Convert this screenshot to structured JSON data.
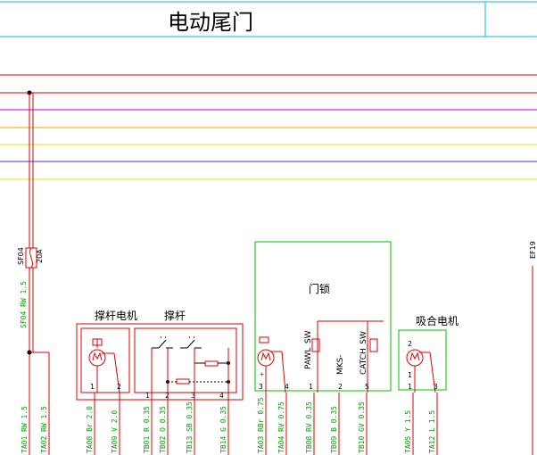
{
  "title": "电动尾门",
  "fuse": {
    "id": "SF04",
    "rating": "20A",
    "wire": "SF04 RW 1.5"
  },
  "components": {
    "strut_motor": {
      "label": "撑杆电机",
      "pins": [
        "1",
        "2"
      ]
    },
    "strut": {
      "label": "撑杆",
      "pins": [
        "1",
        "2",
        "3",
        "4"
      ]
    },
    "door_lock": {
      "label": "门锁",
      "pins": [
        "3",
        "4",
        "1",
        "2",
        "5"
      ],
      "switches": [
        "PAWL_SW",
        "MKS-",
        "CATCH_SW"
      ]
    },
    "cinch_motor": {
      "label": "吸合电机",
      "pins": [
        "2",
        "1",
        "1",
        "3"
      ]
    }
  },
  "edge_label": "EF19",
  "wires": [
    {
      "label": "TA01 RW 1.5"
    },
    {
      "label": "TA02 RW 1.5"
    },
    {
      "label": "TA08 Br 2.0"
    },
    {
      "label": "TA09 V 2.0"
    },
    {
      "label": "TB01 R 0.35"
    },
    {
      "label": "TB02 O 0.35"
    },
    {
      "label": "TB13 SB 0.35"
    },
    {
      "label": "TB14 G 0.35"
    },
    {
      "label": "TA03 RBr 0.75"
    },
    {
      "label": "TA04 RV 0.75"
    },
    {
      "label": "TB08 RV 0.35"
    },
    {
      "label": "TB09 B 0.35"
    },
    {
      "label": "TB10 GV 0.35"
    },
    {
      "label": "TA05 Y 1.5"
    },
    {
      "label": "TA12 L 1.5"
    }
  ],
  "colors": {
    "wire": "#e00000",
    "label": "#00a000",
    "cyan": "#00bfd0",
    "magenta": "#c000c0",
    "orange": "#f0a000",
    "blue": "#3030e0",
    "yellow": "#e0e000"
  }
}
